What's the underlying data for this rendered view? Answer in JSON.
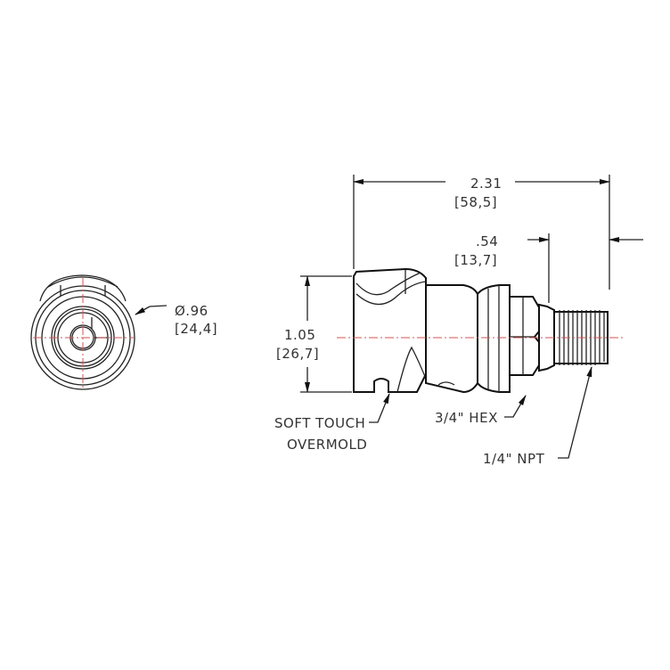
{
  "drawing": {
    "title": "Quick disconnect coupling body - technical drawing",
    "colors": {
      "line": "#111111",
      "centerline": "#d9534f",
      "text": "#333333"
    },
    "end_view": {
      "diameter": {
        "inch": "Ø.96",
        "mm": "[24,4]"
      }
    },
    "side_view": {
      "overall_length": {
        "inch": "2.31",
        "mm": "[58,5]"
      },
      "thread_length": {
        "inch": ".54",
        "mm": "[13,7]"
      },
      "height": {
        "inch": "1.05",
        "mm": "[26,7]"
      }
    },
    "callouts": {
      "overmold_line1": "SOFT TOUCH",
      "overmold_line2": "OVERMOLD",
      "hex": "3/4\" HEX",
      "npt": "1/4\" NPT"
    }
  }
}
